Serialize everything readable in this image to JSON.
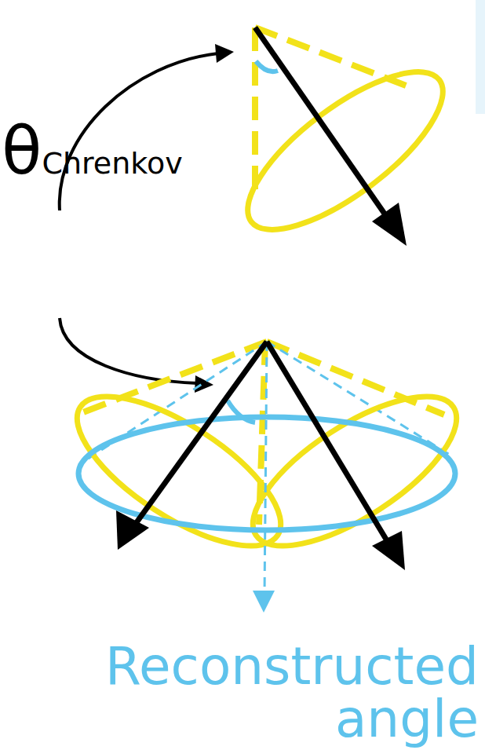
{
  "diagram": {
    "labels": [
      "θ",
      "Chrenkov",
      "Reconstructed angle"
    ]
  }
}
